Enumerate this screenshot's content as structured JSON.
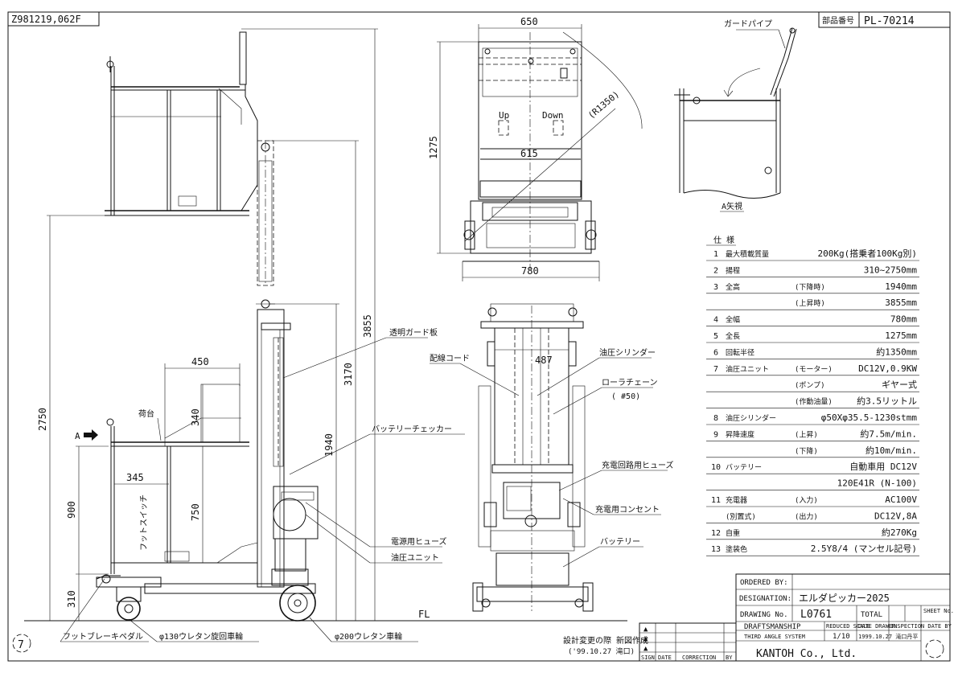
{
  "header": {
    "drawing_code": "Z981219,062F",
    "part_no_label": "部品番号",
    "part_no": "PL-70214",
    "sheet_circle": "7"
  },
  "side_view": {
    "dim_3855": "3855",
    "dim_3170": "3170",
    "dim_2750": "2750",
    "dim_1940": "1940",
    "dim_450": "450",
    "dim_340": "340",
    "dim_345": "345",
    "dim_900": "900",
    "dim_750": "750",
    "dim_310": "310",
    "arrow_a": "A",
    "fl": "FL",
    "label_guard_plate": "透明ガード板",
    "label_deck": "荷台",
    "label_battery_checker": "バッテリーチェッカー",
    "label_foot_switch": "フットスイッチ",
    "label_power_fuse": "電源用ヒューズ",
    "label_hydraulic_unit": "油圧ユニット",
    "label_foot_brake": "フットブレーキペダル",
    "label_caster": "φ130ウレタン旋回車輪",
    "label_wheel": "φ200ウレタン車輪"
  },
  "top_view": {
    "dim_650": "650",
    "dim_615": "615",
    "dim_780": "780",
    "dim_1275": "1275",
    "dim_r1350": "(R1350)",
    "up": "Up",
    "down": "Down"
  },
  "front_view": {
    "dim_487": "487",
    "label_cord": "配線コード",
    "label_cylinder": "油圧シリンダー",
    "label_chain": "ローラチェーン",
    "label_chain_no": "( #50)",
    "label_charge_fuse": "充電回路用ヒューズ",
    "label_charge_outlet": "充電用コンセント",
    "label_battery": "バッテリー"
  },
  "detail_view": {
    "label_guard_pipe": "ガードパイプ",
    "caption": "A矢視"
  },
  "spec": {
    "title": "仕  様",
    "rows": [
      {
        "no": "1",
        "item": "最大積載質量",
        "sub": "",
        "val": "200Kg(搭乗者100Kg別)"
      },
      {
        "no": "2",
        "item": "揚程",
        "sub": "",
        "val": "310~2750mm"
      },
      {
        "no": "3",
        "item": "全高",
        "sub": "(下降時)",
        "val": "1940mm"
      },
      {
        "no": "",
        "item": "",
        "sub": "(上昇時)",
        "val": "3855mm"
      },
      {
        "no": "4",
        "item": "全幅",
        "sub": "",
        "val": "780mm"
      },
      {
        "no": "5",
        "item": "全長",
        "sub": "",
        "val": "1275mm"
      },
      {
        "no": "6",
        "item": "回転半径",
        "sub": "",
        "val": "約1350mm"
      },
      {
        "no": "7",
        "item": "油圧ユニット",
        "sub": "(モーター)",
        "val": "DC12V,0.9KW"
      },
      {
        "no": "",
        "item": "",
        "sub": "(ポンプ)",
        "val": "ギヤー式"
      },
      {
        "no": "",
        "item": "",
        "sub": "(作動油量)",
        "val": "約3.5リットル"
      },
      {
        "no": "8",
        "item": "油圧シリンダー",
        "sub": "",
        "val": "φ50Xφ35.5-1230stmm"
      },
      {
        "no": "9",
        "item": "昇降速度",
        "sub": "(上昇)",
        "val": "約7.5m/min."
      },
      {
        "no": "",
        "item": "",
        "sub": "(下降)",
        "val": "約10m/min."
      },
      {
        "no": "10",
        "item": "バッテリー",
        "sub": "",
        "val": "自動車用 DC12V"
      },
      {
        "no": "",
        "item": "",
        "sub": "",
        "val": "120E41R (N-100)"
      },
      {
        "no": "11",
        "item": "充電器",
        "sub": "(入力)",
        "val": "AC100V"
      },
      {
        "no": "",
        "item": "(別置式)",
        "sub": "(出力)",
        "val": "DC12V,8A"
      },
      {
        "no": "12",
        "item": "自重",
        "sub": "",
        "val": "約270Kg"
      },
      {
        "no": "13",
        "item": "塗装色",
        "sub": "",
        "val": "2.5Y8/4 (マンセル記号)"
      }
    ]
  },
  "note": {
    "line1": "設計変更の際 新図作成",
    "line2": "('99.10.27  滝口)"
  },
  "title_block": {
    "ordered_by": "ORDERED BY:",
    "designation_label": "DESIGNATION:",
    "designation": "エルダピッカー2025",
    "drawing_no_label": "DRAWING No.",
    "drawing_no": "L0761",
    "total": "TOTAL",
    "sheet_no": "SHEET No.",
    "draftsmanship": "DRAFTSMANSHIP",
    "reduced_scale": "REDUCED SCALE",
    "date_drawer": "DATE DRAWER",
    "inspection": "INSPECTION DATE BY",
    "third_angle": "THIRD ANGLE SYSTEM",
    "scale": "1/10",
    "date": "1999.10.27 滝口丹平",
    "company": "KANTOH Co., Ltd.",
    "rev_cols": [
      "SIGN",
      "DATE",
      "CORRECTION",
      "BY"
    ]
  }
}
